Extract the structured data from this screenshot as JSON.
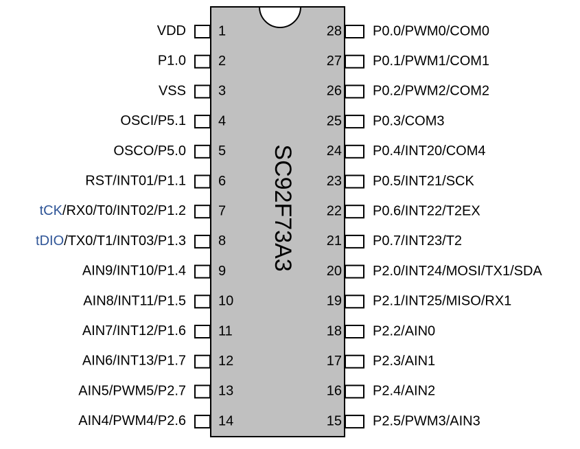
{
  "chip": {
    "part_number": "SC92F73A3",
    "body_color": "#c0c0c0",
    "highlight_color": "#2f5597"
  },
  "pins_left": [
    {
      "num": "1",
      "parts": [
        {
          "t": "VDD"
        }
      ]
    },
    {
      "num": "2",
      "parts": [
        {
          "t": "P1.0"
        }
      ]
    },
    {
      "num": "3",
      "parts": [
        {
          "t": "VSS"
        }
      ]
    },
    {
      "num": "4",
      "parts": [
        {
          "t": "OSCI/P5.1"
        }
      ]
    },
    {
      "num": "5",
      "parts": [
        {
          "t": "OSCO/P5.0"
        }
      ]
    },
    {
      "num": "6",
      "parts": [
        {
          "t": "RST/INT01/P1.1"
        }
      ]
    },
    {
      "num": "7",
      "parts": [
        {
          "t": "tCK",
          "hl": true
        },
        {
          "t": "/RX0/T0/INT02/P1.2"
        }
      ]
    },
    {
      "num": "8",
      "parts": [
        {
          "t": "tDIO",
          "hl": true
        },
        {
          "t": "/TX0/T1/INT03/P1.3"
        }
      ]
    },
    {
      "num": "9",
      "parts": [
        {
          "t": "AIN9/INT10/P1.4"
        }
      ]
    },
    {
      "num": "10",
      "parts": [
        {
          "t": "AIN8/INT11/P1.5"
        }
      ]
    },
    {
      "num": "11",
      "parts": [
        {
          "t": "AIN7/INT12/P1.6"
        }
      ]
    },
    {
      "num": "12",
      "parts": [
        {
          "t": "AIN6/INT13/P1.7"
        }
      ]
    },
    {
      "num": "13",
      "parts": [
        {
          "t": "AIN5/PWM5/P2.7"
        }
      ]
    },
    {
      "num": "14",
      "parts": [
        {
          "t": "AIN4/PWM4/P2.6"
        }
      ]
    }
  ],
  "pins_right": [
    {
      "num": "28",
      "label": "P0.0/PWM0/COM0"
    },
    {
      "num": "27",
      "label": "P0.1/PWM1/COM1"
    },
    {
      "num": "26",
      "label": "P0.2/PWM2/COM2"
    },
    {
      "num": "25",
      "label": "P0.3/COM3"
    },
    {
      "num": "24",
      "label": "P0.4/INT20/COM4"
    },
    {
      "num": "23",
      "label": "P0.5/INT21/SCK"
    },
    {
      "num": "22",
      "label": "P0.6/INT22/T2EX"
    },
    {
      "num": "21",
      "label": "P0.7/INT23/T2"
    },
    {
      "num": "20",
      "label": "P2.0/INT24/MOSI/TX1/SDA"
    },
    {
      "num": "19",
      "label": "P2.1/INT25/MISO/RX1"
    },
    {
      "num": "18",
      "label": "P2.2/AIN0"
    },
    {
      "num": "17",
      "label": "P2.3/AIN1"
    },
    {
      "num": "16",
      "label": "P2.4/AIN2"
    },
    {
      "num": "15",
      "label": "P2.5/PWM3/AIN3"
    }
  ]
}
